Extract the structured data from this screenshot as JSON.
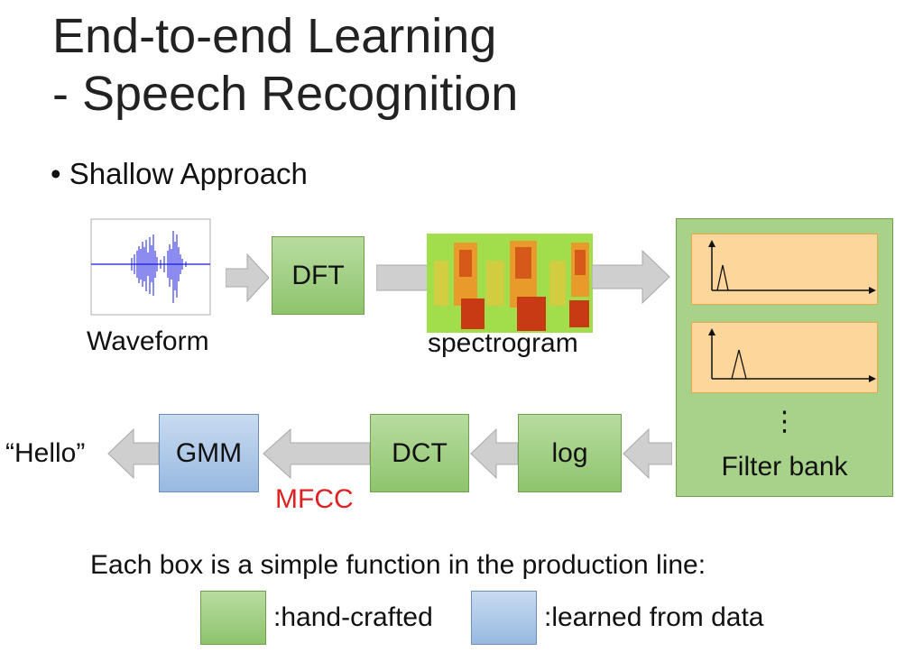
{
  "title": {
    "line1": "End-to-end Learning",
    "line2": "- Speech Recognition"
  },
  "bullet": "• Shallow Approach",
  "blocks": {
    "dft": "DFT",
    "dct": "DCT",
    "log": "log",
    "gmm": "GMM",
    "filter_bank": "Filter bank",
    "ellipsis": "⋮"
  },
  "labels": {
    "waveform": "Waveform",
    "spectrogram": "spectrogram",
    "output": "“Hello”",
    "mfcc": "MFCC"
  },
  "caption": "Each box is a simple function in the production line:",
  "legend": {
    "hand": ":hand-crafted",
    "learned": ":learned from data"
  },
  "colors": {
    "hand_crafted": "#a8d18a",
    "learned": "#a8c6ea",
    "mfcc": "#e02020",
    "arrow": "#cfcfcf"
  }
}
